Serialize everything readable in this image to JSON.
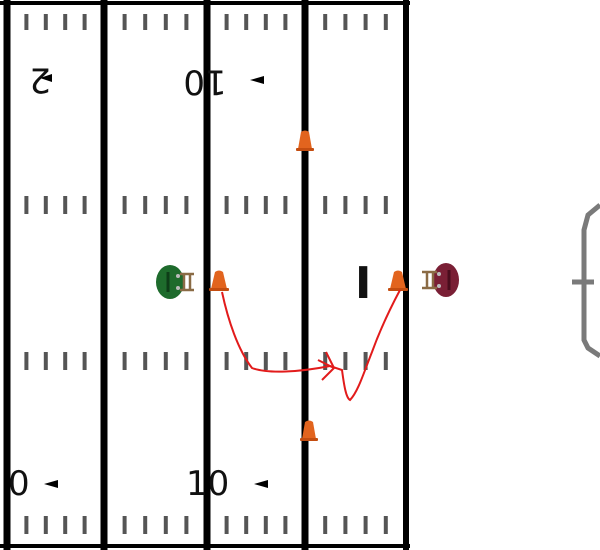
{
  "yard_numbers": {
    "top_left": "2",
    "top_mid": "10",
    "bottom_left": "0",
    "bottom_mid": "10",
    "field_letter": "I"
  },
  "icons": {
    "green_helmet": "football-helmet-icon",
    "maroon_helmet": "football-helmet-icon",
    "cone": "traffic-cone-icon",
    "goal_post": "goal-post-icon",
    "arrow": "direction-arrow-icon"
  },
  "colors": {
    "field": "#ffffff",
    "lines": "#000000",
    "hash": "#555555",
    "cone": "#e2641e",
    "route": "#e21b1b",
    "green_player": "#1e6b2c",
    "maroon_player": "#7a1f35",
    "goal_post": "#7a7a7a"
  }
}
